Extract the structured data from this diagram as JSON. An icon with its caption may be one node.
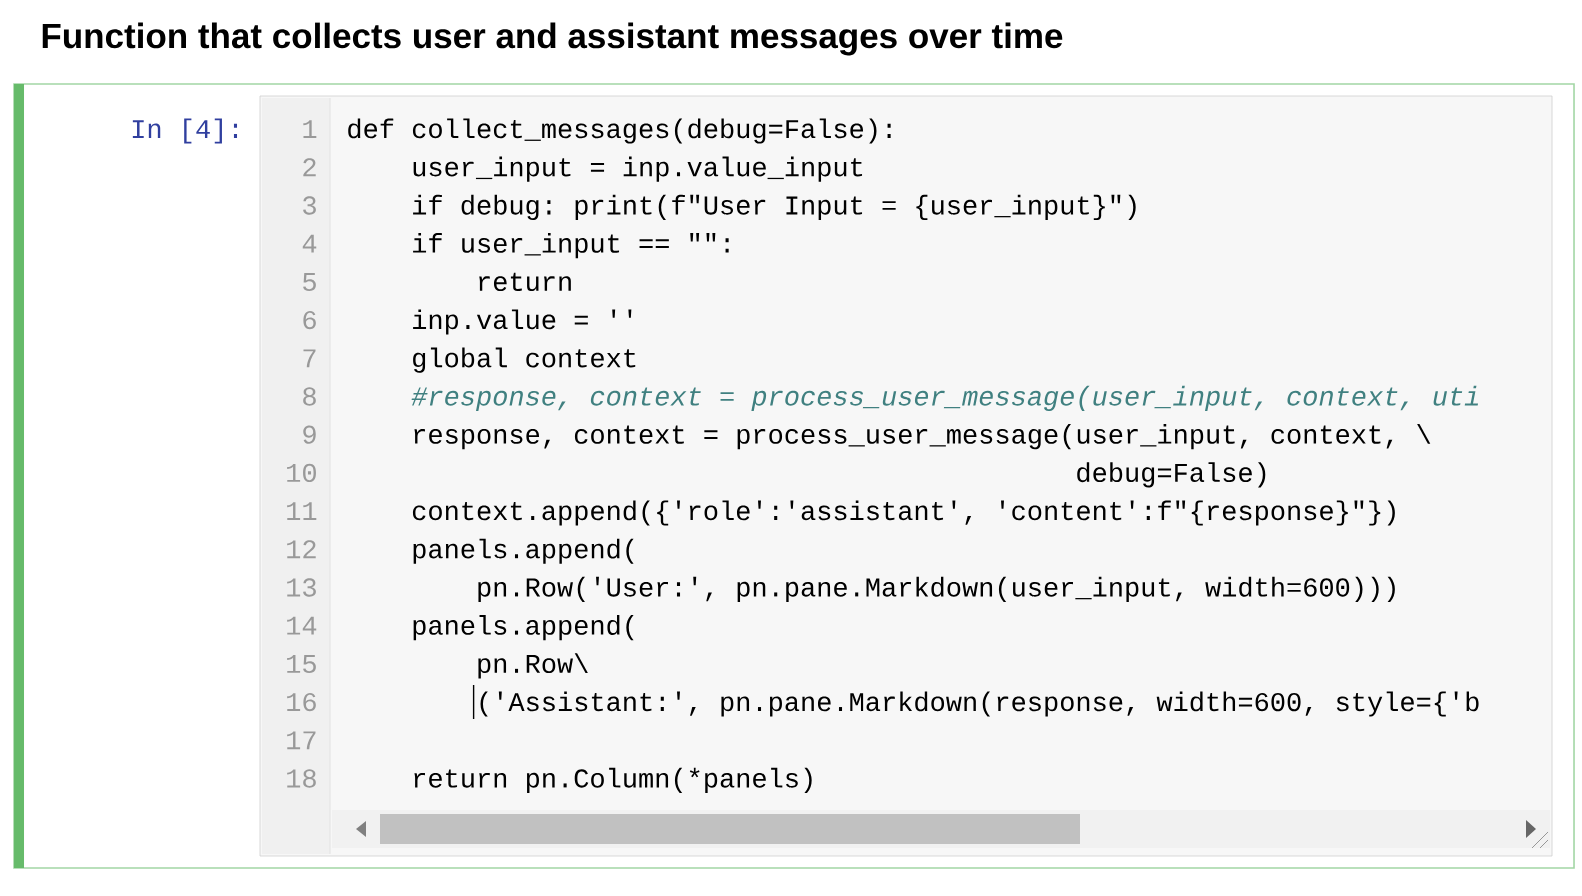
{
  "diagram": {
    "title": "Function that collects user and assistant messages over time",
    "labels": [
      "In [4]:",
      "1",
      "def collect_messages(debug=False):",
      "2",
      "user_input = inp.value_input",
      "3",
      "if debug: print(f\"User Input = {user_input}\")",
      "4",
      "if user_input == \"\":",
      "5",
      "return",
      "6",
      "inp.value = ''",
      "7",
      "global context",
      "8",
      "#response, context = process_user_message(user_input, context, uti",
      "9",
      "response, context = process_user_message(user_input, context, \\",
      "10",
      "debug=False)",
      "11",
      "context.append({'role':'assistant', 'content':f\"{response}\"})",
      "12",
      "panels.append(",
      "13",
      "pn.Row('User:', pn.pane.Markdown(user_input, width=600)))",
      "14",
      "panels.append(",
      "15",
      "pn.Row\\",
      "16",
      "('Assistant:', pn.pane.Markdown(response, width=600, style={'b",
      "17",
      "18",
      "return pn.Column(*panels)"
    ]
  }
}
